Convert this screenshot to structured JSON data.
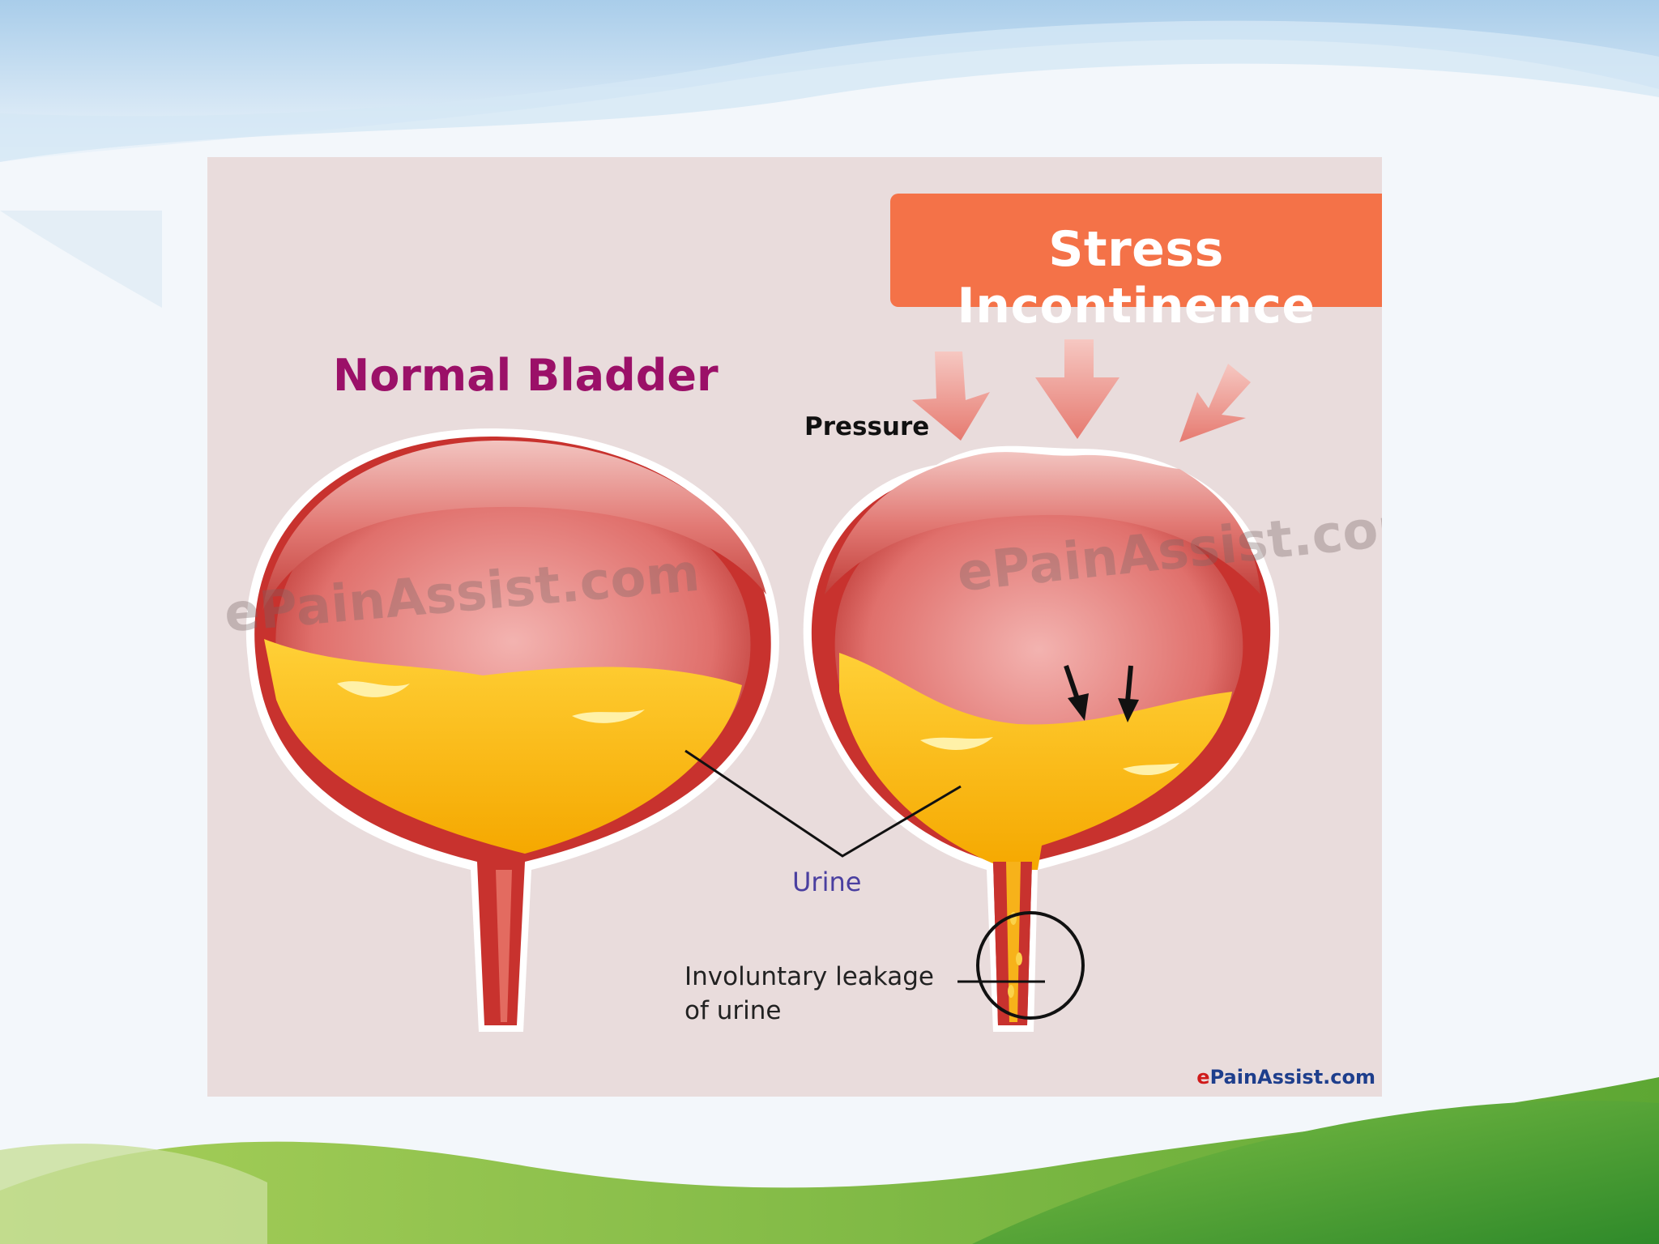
{
  "figure": {
    "title": "Stress Incontinence",
    "normal_title": "Normal Bladder",
    "pressure_label": "Pressure",
    "urine_label": "Urine",
    "leak_label_line1": "Involuntary leakage",
    "leak_label_line2": "of urine",
    "watermark_left": "ePainAssist.com",
    "watermark_right": "ePainAssist.com",
    "brand_e": "e",
    "brand_rest": "PainAssist.com"
  },
  "colors": {
    "title_banner": "#f47248",
    "normal_title": "#9b1068",
    "bladder_wall": "#c8322e",
    "urine": "#fbb80f",
    "background": "#e9dcdc"
  }
}
